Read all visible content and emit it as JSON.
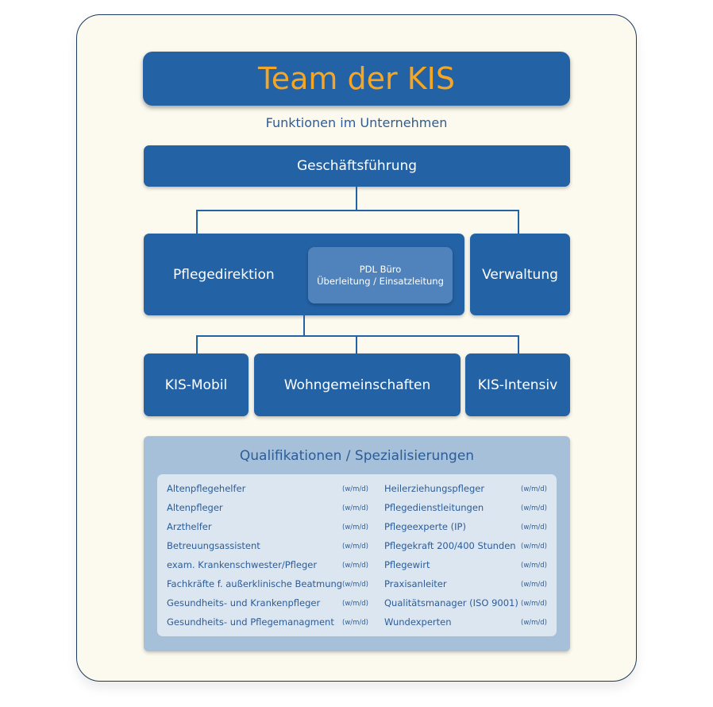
{
  "title": "Team der KIS",
  "subtitle": "Funktionen im Unternehmen",
  "management": "Geschäftsführung",
  "nursing_direction": "Pflegedirektion",
  "pdl_office": {
    "line1": "PDL Büro",
    "line2": "Überleitung / Einsatzleitung"
  },
  "administration": "Verwaltung",
  "units": [
    "KIS-Mobil",
    "Wohngemeinschaften",
    "KIS-Intensiv"
  ],
  "qualifications": {
    "title": "Qualifikationen / Spezialisierungen",
    "suffix": "(w/m/d)",
    "left": [
      "Altenpflegehelfer",
      "Altenpfleger",
      "Arzthelfer",
      "Betreuungsassistent",
      "exam. Krankenschwester/Pfleger",
      "Fachkräfte f. außerklinische Beatmung",
      "Gesundheits- und Krankenpfleger",
      "Gesundheits- und Pflegemanagment"
    ],
    "right": [
      "Heilerziehungspfleger",
      "Pflegedienstleitungen",
      "Pflegeexperte (IP)",
      "Pflegekraft 200/400 Stunden",
      "Pflegewirt",
      "Praxisanleiter",
      "Qualitätsmanager (ISO 9001)",
      "Wundexperten"
    ]
  }
}
